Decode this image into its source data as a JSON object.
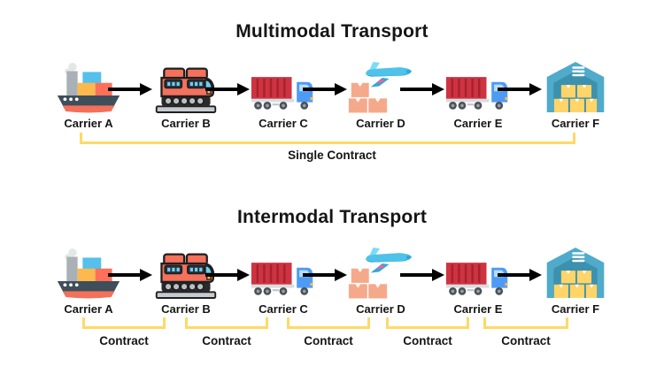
{
  "colors": {
    "background": "#FFFFFF",
    "bracket": "#FFD966",
    "arrow": "#000000",
    "text": "#151515"
  },
  "sections": [
    {
      "title": "Multimodal Transport",
      "carriers": [
        {
          "label": "Carrier A",
          "icon": "cargo-ship-icon"
        },
        {
          "label": "Carrier B",
          "icon": "freight-train-icon"
        },
        {
          "label": "Carrier C",
          "icon": "cargo-truck-icon"
        },
        {
          "label": "Carrier D",
          "icon": "air-freight-icon"
        },
        {
          "label": "Carrier E",
          "icon": "cargo-truck-icon"
        },
        {
          "label": "Carrier F",
          "icon": "warehouse-icon"
        }
      ],
      "contracts": [
        {
          "label": "Single Contract"
        }
      ]
    },
    {
      "title": "Intermodal Transport",
      "carriers": [
        {
          "label": "Carrier A",
          "icon": "cargo-ship-icon"
        },
        {
          "label": "Carrier B",
          "icon": "freight-train-icon"
        },
        {
          "label": "Carrier C",
          "icon": "cargo-truck-icon"
        },
        {
          "label": "Carrier D",
          "icon": "air-freight-icon"
        },
        {
          "label": "Carrier E",
          "icon": "cargo-truck-icon"
        },
        {
          "label": "Carrier F",
          "icon": "warehouse-icon"
        }
      ],
      "contracts": [
        {
          "label": "Contract"
        },
        {
          "label": "Contract"
        },
        {
          "label": "Contract"
        },
        {
          "label": "Contract"
        },
        {
          "label": "Contract"
        }
      ]
    }
  ]
}
